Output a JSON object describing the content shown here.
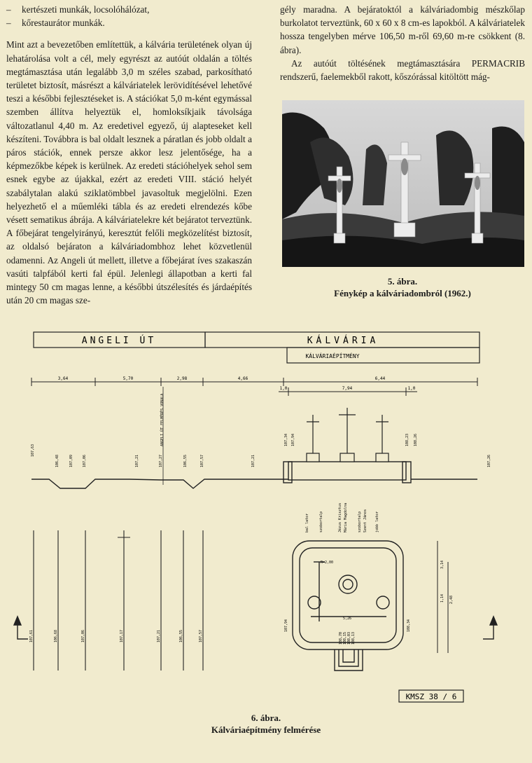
{
  "left_column": {
    "bullets": [
      "kertészeti munkák, locsolóhálózat,",
      "kőrestaurátor munkák."
    ],
    "bullet_mark": "–",
    "paragraph": "Mint azt a bevezetőben említettük, a kálvária területének olyan új lehatárolása volt a cél, mely egyrészt az autóút oldalán a töltés megtámasztása után legalább 3,0 m széles szabad, parkosítható területet biztosít, másrészt a kálváriatelek lerövidítésével lehetővé teszi a későbbi fejlesztéseket is. A stációkat 5,0 m-ként egymással szemben állítva helyeztük el, homloksíkjaik távolsága változatlanul 4,40 m. Az eredetivel egyező, új alapteseket kell készíteni. Továbbra is bal oldalt lesznek a páratlan és jobb oldalt a páros stációk, ennek persze akkor lesz jelentősége, ha a képmezőkbe képek is kerülnek. Az eredeti stációhelyek sehol sem esnek egybe az újakkal, ezért az eredeti VIII. stáció helyét szabálytalan alakú sziklatömbbel javasoltuk megjelölni. Ezen helyezhető el a műemléki tábla és az eredeti elrendezés kőbe vésett sematikus ábrája. A kálváriatelekre két bejáratot terveztünk. A főbejárat tengelyirányú, keresztút felőli megközelítést biztosít, az oldalsó bejáraton a kálváriadombhoz lehet közvetlenül odamenni. Az Angeli út mellett, illetve a főbejárat íves szakaszán vasúti talpfából kerti fal épül. Jelenlegi állapotban a kerti fal mintegy 50 cm magas lenne, a későbbi útszélesítés és járdaépítés után 20 cm magas sze-"
  },
  "right_column": {
    "paragraph1": "gély marad­na. A bejáratoktól a kálváriadombig mészkőlap burkolatot terveztünk, 60 x 60 x 8 cm-es lapokból. A kálváriatelek hossza tengelyben mérve 106,50 m-ről 69,60 m-re csökkent (8. ábra).",
    "paragraph2": "Az autóút töltésének megtámasztására PERMACRIB rendszerű, faelemekből rakott, kőszórással kitöltött mág-"
  },
  "figure5": {
    "number": "5. ábra.",
    "title": "Fénykép a kálváriadombról (1962.)"
  },
  "figure6": {
    "number": "6. ábra.",
    "title": "Kálváriaépítmény felmérése",
    "header_left": "ANGELI  ÚT",
    "header_right": "KÁLVÁRIA",
    "subheader": "KÁLVÁRIAÉPÍTMÉNY",
    "vertical_note": "ANGELI ÚT FELMÉRÉS VONALA",
    "sheet_code": "KMSZ 38 / 6",
    "top_dims": [
      "3,64",
      "5,70",
      "2,98",
      "4,66",
      "6,44"
    ],
    "sub_dims": [
      "1,0",
      "7,94",
      "1,0"
    ],
    "profile_levels": [
      "107,63",
      "106,48",
      "107,09",
      "107,06",
      "107,21",
      "107,27",
      "106,55",
      "107,57",
      "107,21",
      "107,34",
      "107,94",
      "108,23",
      "108,26",
      "107,26"
    ],
    "plan_levels": [
      "107,61",
      "106,68",
      "107,06",
      "107,17",
      "107,21",
      "106,55",
      "107,57",
      "107,94",
      "108,34"
    ],
    "plan_dims": [
      "5,26",
      "R=2,00",
      "3,14",
      "1,14",
      "2,48"
    ],
    "base_levels": [
      "108,70",
      "108,15",
      "108,03",
      "108,13"
    ],
    "station_labels": [
      "bal lator",
      "szobortalp",
      "Jézus Krisztus",
      "Mária Magdolna",
      "szobortalp",
      "Szent János",
      "jobb lator"
    ]
  }
}
